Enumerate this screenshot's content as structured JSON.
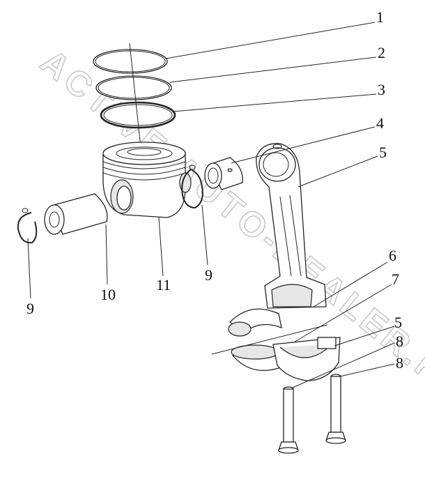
{
  "watermark": "ACTIVE-AUTO-DEALER.RU",
  "callouts": [
    {
      "id": "c1",
      "label": "1"
    },
    {
      "id": "c2",
      "label": "2"
    },
    {
      "id": "c3",
      "label": "3"
    },
    {
      "id": "c4",
      "label": "4"
    },
    {
      "id": "c5a",
      "label": "5"
    },
    {
      "id": "c6",
      "label": "6"
    },
    {
      "id": "c7",
      "label": "7"
    },
    {
      "id": "c5b",
      "label": "5"
    },
    {
      "id": "c8a",
      "label": "8"
    },
    {
      "id": "c8b",
      "label": "8"
    },
    {
      "id": "c9a",
      "label": "9"
    },
    {
      "id": "c9b",
      "label": "9"
    },
    {
      "id": "c10",
      "label": "10"
    },
    {
      "id": "c11",
      "label": "11"
    }
  ]
}
